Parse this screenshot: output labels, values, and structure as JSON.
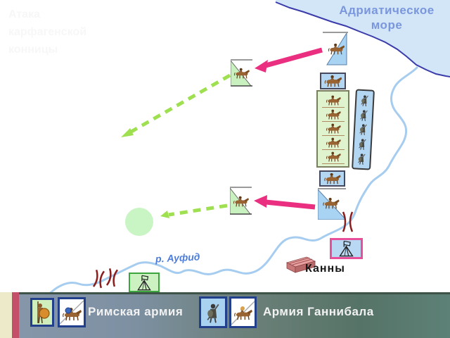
{
  "map": {
    "sea_label": "Адриатическое море",
    "river_label": "р. Ауфид",
    "town_label": "Канны",
    "faint_caption_lines": [
      "Атака",
      "карфагенской",
      "конницы"
    ],
    "colors": {
      "sea": "#d3e6f7",
      "coastline": "#3b3caa",
      "river": "#a6cdef",
      "attack_arrow_pink": "#ea2f80",
      "maneuver_arrow_green": "#9fe050",
      "roman_unit_fill": "#c9f1bf",
      "carthaginian_unit_fill": "#a9d3f2",
      "bridge_symbol": "#8b1d1d",
      "roman_camp_border": "#3da53d",
      "carthaginian_camp_border": "#e84f9b"
    }
  },
  "legend": {
    "roman_label": "Римская армия",
    "hannibal_label": "Армия Ганнибала"
  }
}
